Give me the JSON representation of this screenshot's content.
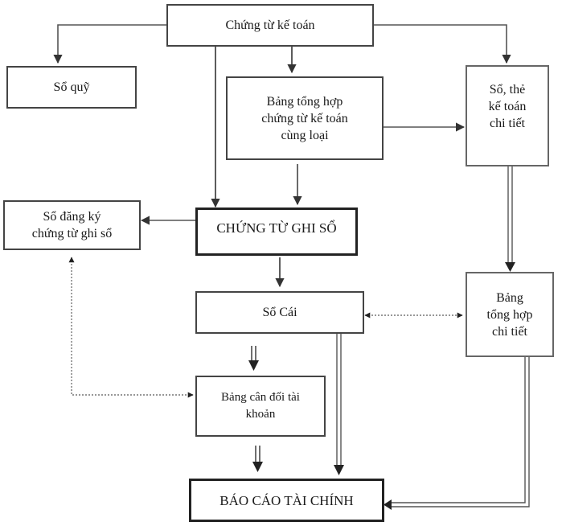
{
  "diagram": {
    "nodes": {
      "chung_tu_ke_toan": "Chứng từ kế toán",
      "so_quy": "Sổ quỹ",
      "bang_tong_hop_chung_tu": "Bảng tổng hợp\nchứng từ kế toán\ncùng loại",
      "so_the_ke_toan_chi_tiet": "Sổ, thẻ\nkế toán\nchi tiết",
      "so_dang_ky_chung_tu_ghi_so": "Sổ đăng ký\nchứng từ ghi sổ",
      "chung_tu_ghi_so": "CHỨNG TỪ GHI SỔ",
      "so_cai": "Sổ Cái",
      "bang_tong_hop_chi_tiet": "Bảng\ntổng hợp\nchi tiết",
      "bang_can_doi_tai_khoan": "Bảng cân đối tài\nkhoản",
      "bao_cao_tai_chinh": "BÁO CÁO TÀI CHÍNH"
    },
    "edges": [
      {
        "from": "chung_tu_ke_toan",
        "to": "so_quy",
        "style": "single"
      },
      {
        "from": "chung_tu_ke_toan",
        "to": "bang_tong_hop_chung_tu",
        "style": "single"
      },
      {
        "from": "chung_tu_ke_toan",
        "to": "so_the_ke_toan_chi_tiet",
        "style": "single"
      },
      {
        "from": "chung_tu_ke_toan",
        "to": "chung_tu_ghi_so",
        "style": "single"
      },
      {
        "from": "bang_tong_hop_chung_tu",
        "to": "so_the_ke_toan_chi_tiet",
        "style": "single"
      },
      {
        "from": "bang_tong_hop_chung_tu",
        "to": "chung_tu_ghi_so",
        "style": "single"
      },
      {
        "from": "chung_tu_ghi_so",
        "to": "so_dang_ky_chung_tu_ghi_so",
        "style": "single"
      },
      {
        "from": "chung_tu_ghi_so",
        "to": "so_cai",
        "style": "single"
      },
      {
        "from": "so_the_ke_toan_chi_tiet",
        "to": "bang_tong_hop_chi_tiet",
        "style": "double"
      },
      {
        "from": "so_cai",
        "to": "bang_tong_hop_chi_tiet",
        "style": "dotted-bidirectional"
      },
      {
        "from": "so_dang_ky_chung_tu_ghi_so",
        "to": "bang_can_doi_tai_khoan",
        "style": "dotted-bidirectional"
      },
      {
        "from": "so_cai",
        "to": "bang_can_doi_tai_khoan",
        "style": "double"
      },
      {
        "from": "so_cai",
        "to": "bao_cao_tai_chinh",
        "style": "double"
      },
      {
        "from": "bang_can_doi_tai_khoan",
        "to": "bao_cao_tai_chinh",
        "style": "double"
      },
      {
        "from": "bang_tong_hop_chi_tiet",
        "to": "bao_cao_tai_chinh",
        "style": "double"
      }
    ]
  }
}
